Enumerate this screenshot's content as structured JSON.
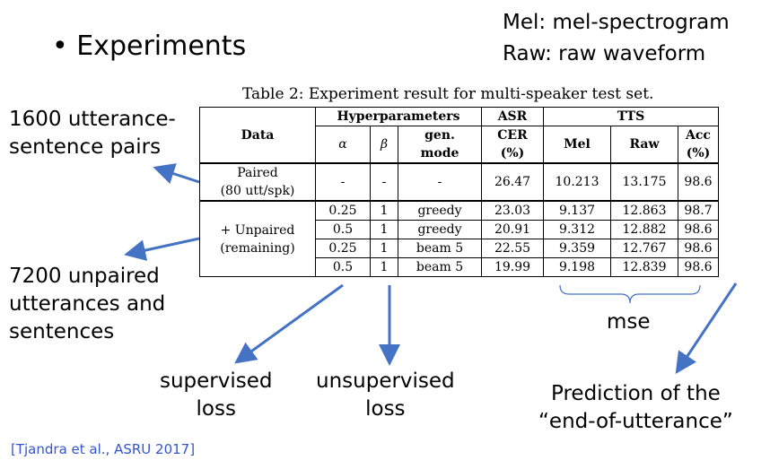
{
  "slide": {
    "bullet": "• Experiments",
    "legend_mel": "Mel: mel-spectrogram",
    "legend_raw": "Raw: raw waveform",
    "citation": "[Tjandra et al., ASRU 2017]"
  },
  "table": {
    "caption": "Table 2: Experiment result for multi-speaker test set.",
    "headers": {
      "data": "Data",
      "hyper": "Hyperparameters",
      "asr": "ASR",
      "tts": "TTS",
      "alpha": "α",
      "beta": "β",
      "gen_mode_1": "gen.",
      "gen_mode_2": "mode",
      "cer_1": "CER",
      "cer_2": "(%)",
      "mel": "Mel",
      "raw": "Raw",
      "acc_1": "Acc",
      "acc_2": "(%)"
    },
    "paired_label_1": "Paired",
    "paired_label_2": "(80 utt/spk)",
    "unpaired_label_1": "+ Unpaired",
    "unpaired_label_2": "(remaining)",
    "paired_row": [
      "-",
      "-",
      "-",
      "26.47",
      "10.213",
      "13.175",
      "98.6"
    ],
    "unpaired_rows": [
      [
        "0.25",
        "1",
        "greedy",
        "23.03",
        "9.137",
        "12.863",
        "98.7"
      ],
      [
        "0.5",
        "1",
        "greedy",
        "20.91",
        "9.312",
        "12.882",
        "98.6"
      ],
      [
        "0.25",
        "1",
        "beam 5",
        "22.55",
        "9.359",
        "12.767",
        "98.6"
      ],
      [
        "0.5",
        "1",
        "beam 5",
        "19.99",
        "9.198",
        "12.839",
        "98.6"
      ]
    ]
  },
  "notes": {
    "paired_1": "1600 utterance-",
    "paired_2": "sentence pairs",
    "unpaired_1": "7200 unpaired",
    "unpaired_2": "utterances and",
    "unpaired_3": "sentences",
    "sup_1": "supervised",
    "sup_2": "loss",
    "unsup_1": "unsupervised",
    "unsup_2": "loss",
    "mse": "mse",
    "eou_1": "Prediction of the",
    "eou_2": "“end-of-utterance”"
  },
  "colors": {
    "arrow": "#4472c4",
    "citation": "#3355cc"
  }
}
